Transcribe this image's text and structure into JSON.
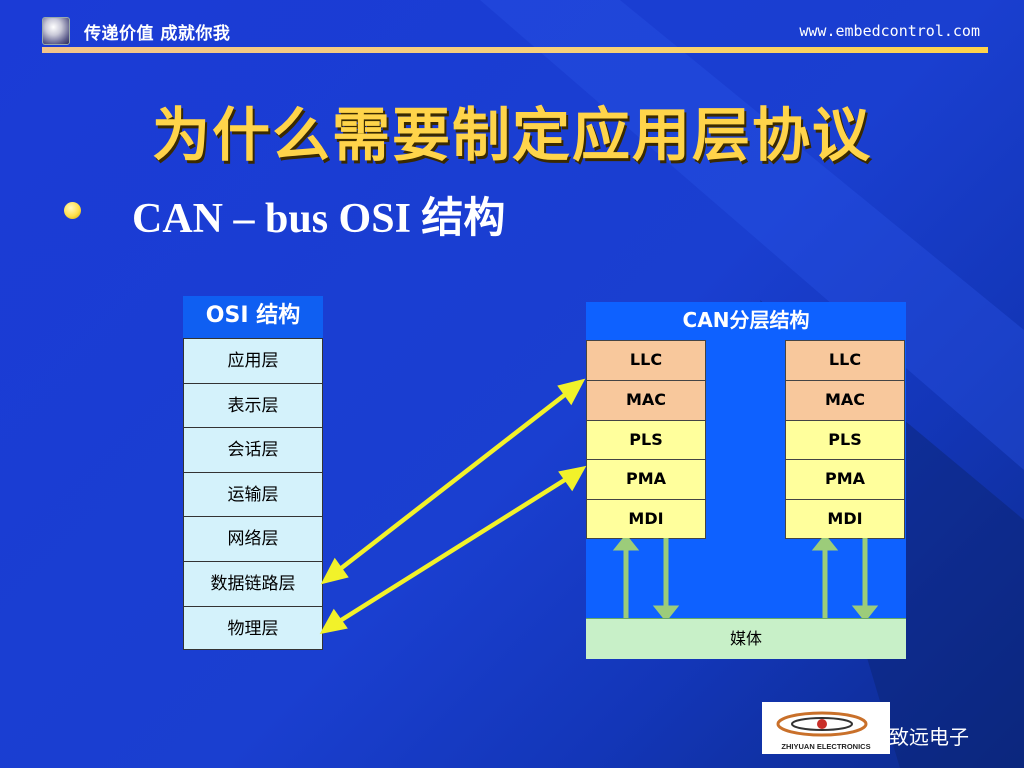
{
  "header": {
    "slogan": "传递价值 成就你我",
    "url": "www.embedcontrol.com"
  },
  "slide": {
    "title": "为什么需要制定应用层协议",
    "bullet": "CAN – bus OSI 结构"
  },
  "osi": {
    "heading": "OSI 结构",
    "layers": [
      "应用层",
      "表示层",
      "会话层",
      "运输层",
      "网络层",
      "数据链路层",
      "物理层"
    ]
  },
  "can": {
    "heading": "CAN分层结构",
    "stack": [
      "LLC",
      "MAC",
      "PLS",
      "PMA",
      "MDI"
    ],
    "media": "媒体"
  },
  "brand": {
    "logo_text": "ZHIYUAN ELECTRONICS",
    "name": "致远电子",
    "reg": "®"
  },
  "colors": {
    "background": "#1a3fd0",
    "title": "#ffd44a",
    "rule": "#f7d17a",
    "osi_cell": "#d4f2fb",
    "can_frame": "#0e61ff",
    "llc_mac": "#f8c89c",
    "pls_pma_mdi": "#ffff9c",
    "media": "#c8f0c8",
    "arrow": "#f2f22a"
  }
}
